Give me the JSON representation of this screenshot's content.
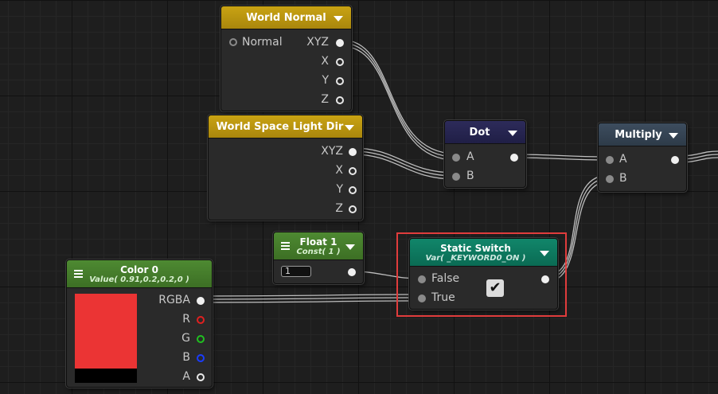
{
  "nodes": {
    "world_normal": {
      "title": "World Normal",
      "input": "Normal",
      "outputs": [
        "XYZ",
        "X",
        "Y",
        "Z"
      ]
    },
    "world_space_light_dir": {
      "title": "World Space Light Dir",
      "outputs": [
        "XYZ",
        "X",
        "Y",
        "Z"
      ]
    },
    "dot": {
      "title": "Dot",
      "inputs": [
        "A",
        "B"
      ]
    },
    "multiply": {
      "title": "Multiply",
      "inputs": [
        "A",
        "B"
      ]
    },
    "float1": {
      "title": "Float 1",
      "subtitle": "Const( 1 )",
      "value": "1"
    },
    "static_switch": {
      "title": "Static Switch",
      "subtitle": "Var( _KEYWORD0_ON )",
      "inputs": [
        "False",
        "True"
      ],
      "checked": true
    },
    "color0": {
      "title": "Color 0",
      "subtitle": "Value( 0.91,0.2,0.2,0 )",
      "color": "#eb3434",
      "alpha_color": "#000000",
      "outputs": [
        "RGBA",
        "R",
        "G",
        "B",
        "A"
      ]
    }
  },
  "colors": {
    "wire": "#bdbdbd",
    "highlight": "#e03c3c",
    "channel_r": "#e02020",
    "channel_g": "#20c020",
    "channel_b": "#1a3cff"
  },
  "icons": {
    "header_dropdown": "triangle-down",
    "node_menu": "hamburger",
    "checkbox": "checkmark"
  }
}
